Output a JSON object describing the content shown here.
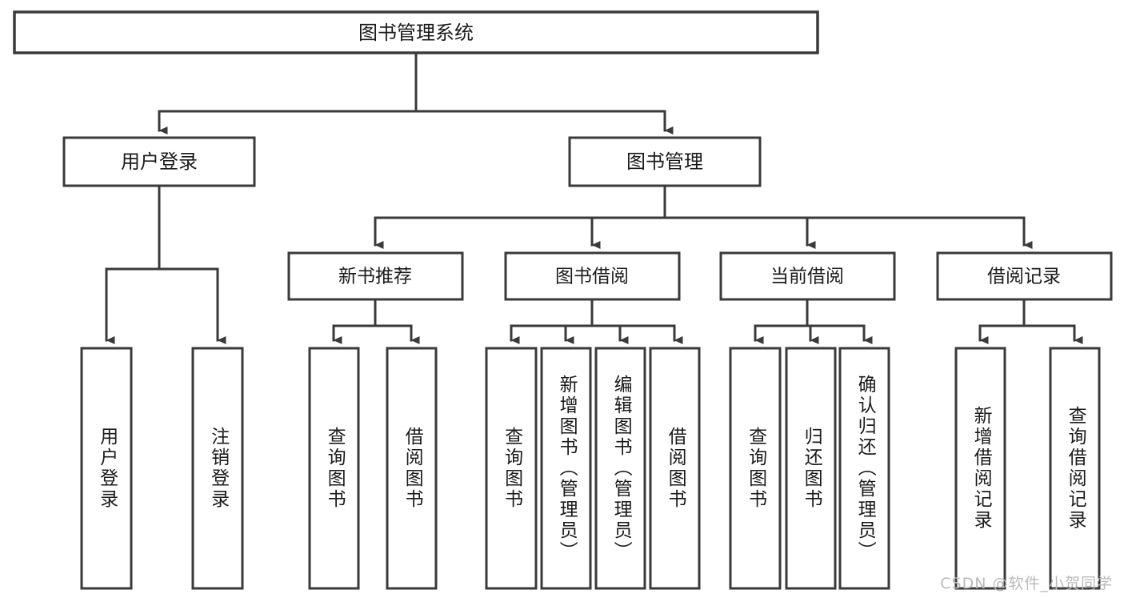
{
  "diagram": {
    "title": "图书管理系统",
    "type": "tree-hierarchy-diagram",
    "colors": {
      "stroke": "#3a3a3a",
      "fill": "#ffffff",
      "text": "#1b1b1b",
      "watermark": "#b9b9b9",
      "background": "#ffffff"
    },
    "root": {
      "label": "图书管理系统"
    },
    "level2": [
      {
        "label": "用户登录"
      },
      {
        "label": "图书管理"
      }
    ],
    "level3": [
      {
        "label": "新书推荐"
      },
      {
        "label": "图书借阅"
      },
      {
        "label": "当前借阅"
      },
      {
        "label": "借阅记录"
      }
    ],
    "leaves": {
      "user_login": [
        {
          "label": "用户登录"
        },
        {
          "label": "注销登录"
        }
      ],
      "new_book_recommend": [
        {
          "label": "查询图书"
        },
        {
          "label": "借阅图书"
        }
      ],
      "book_borrow": [
        {
          "label": "查询图书"
        },
        {
          "label": "新增图书（管理员）"
        },
        {
          "label": "编辑图书（管理员）"
        },
        {
          "label": "借阅图书"
        }
      ],
      "current_borrow": [
        {
          "label": "查询图书"
        },
        {
          "label": "归还图书"
        },
        {
          "label": "确认归还（管理员）"
        }
      ],
      "borrow_record": [
        {
          "label": "新增借阅记录"
        },
        {
          "label": "查询借阅记录"
        }
      ]
    }
  },
  "watermark": {
    "text": "CSDN @软件_小贺同学"
  }
}
